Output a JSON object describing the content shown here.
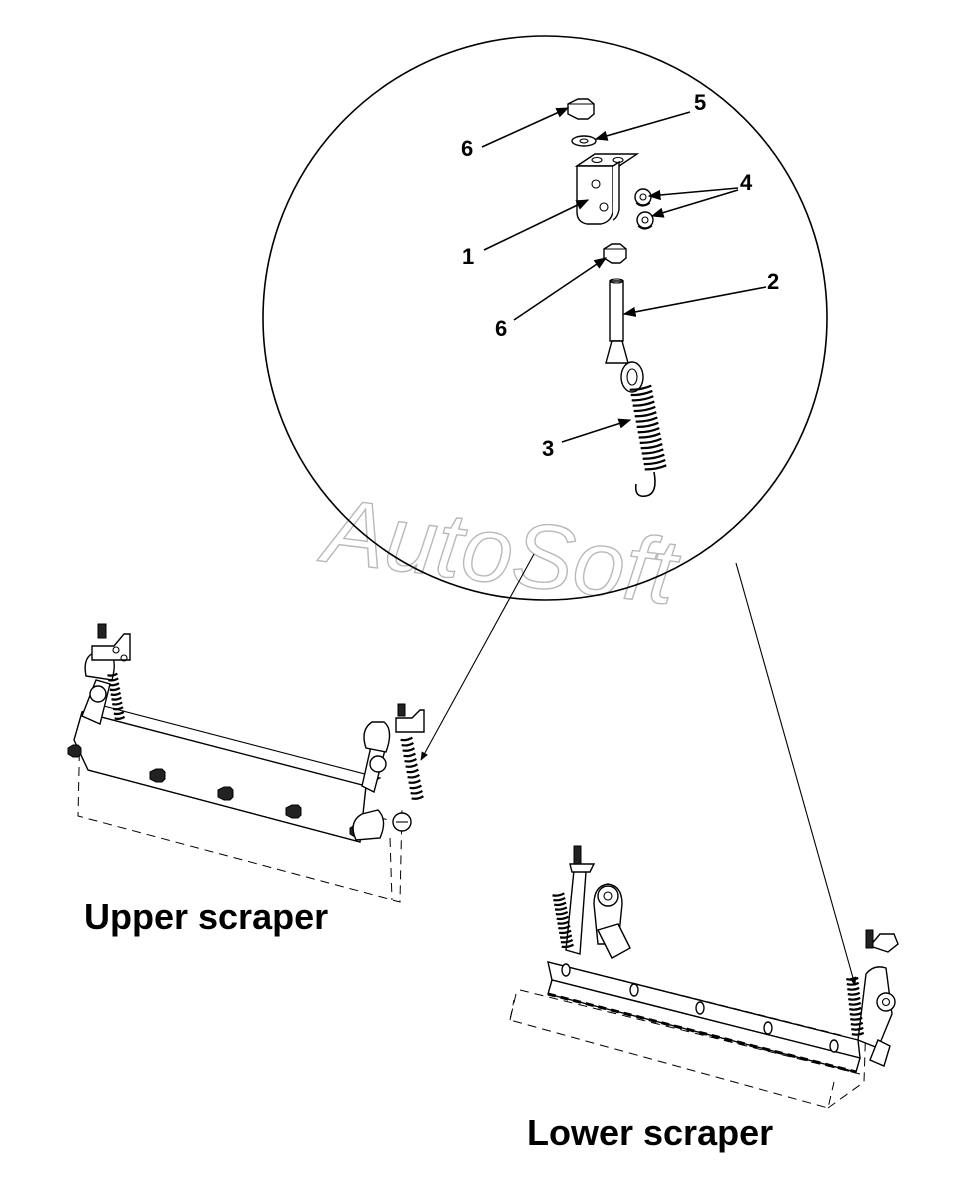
{
  "watermark": "AutoSoft",
  "detail": {
    "callouts": [
      {
        "id": "c6a",
        "label": "6"
      },
      {
        "id": "c5",
        "label": "5"
      },
      {
        "id": "c4",
        "label": "4"
      },
      {
        "id": "c1",
        "label": "1"
      },
      {
        "id": "c2",
        "label": "2"
      },
      {
        "id": "c6b",
        "label": "6"
      },
      {
        "id": "c3",
        "label": "3"
      }
    ]
  },
  "captions": {
    "upper": "Upper scraper",
    "lower": "Lower scraper"
  }
}
